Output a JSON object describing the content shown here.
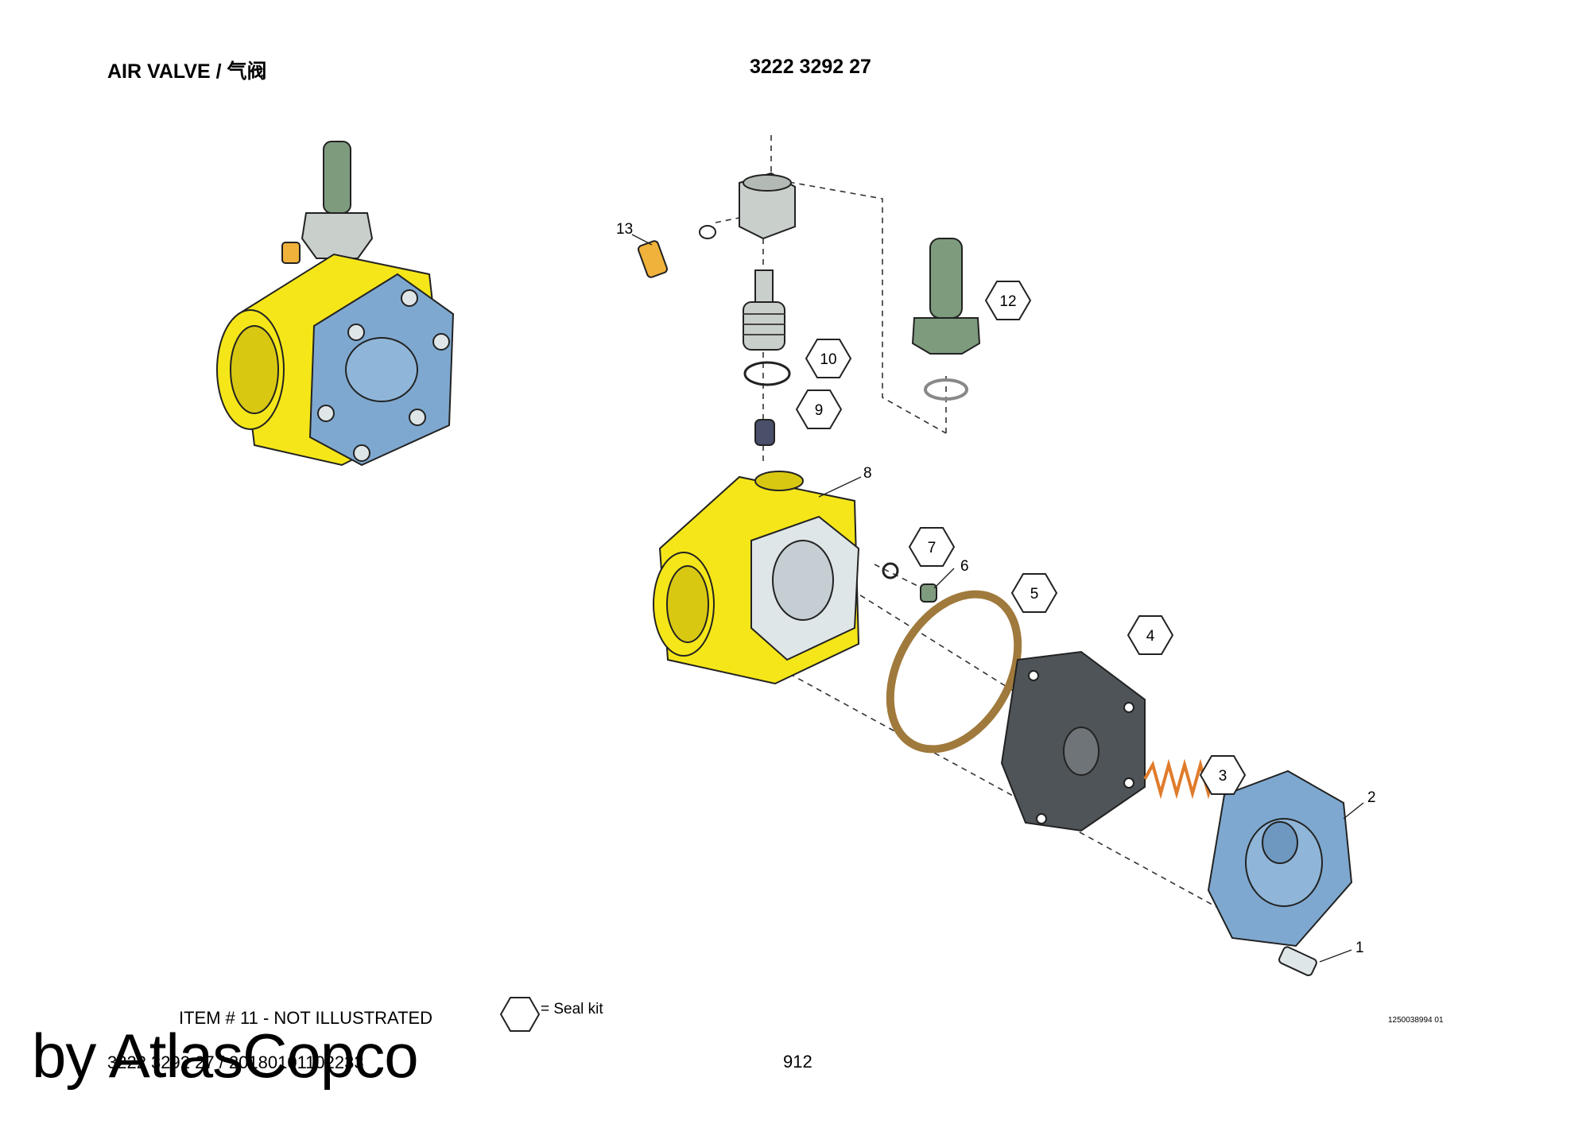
{
  "header": {
    "title": "AIR VALVE / 气阀",
    "part_number": "3222 3292 27"
  },
  "callouts": [
    {
      "n": "1",
      "kit": false
    },
    {
      "n": "2",
      "kit": false
    },
    {
      "n": "3",
      "kit": true
    },
    {
      "n": "4",
      "kit": true
    },
    {
      "n": "5",
      "kit": true
    },
    {
      "n": "6",
      "kit": false
    },
    {
      "n": "7",
      "kit": true
    },
    {
      "n": "8",
      "kit": false
    },
    {
      "n": "9",
      "kit": true
    },
    {
      "n": "10",
      "kit": true
    },
    {
      "n": "12",
      "kit": true
    },
    {
      "n": "13",
      "kit": false
    }
  ],
  "notes": {
    "not_illustrated": "ITEM # 11 - NOT ILLUSTRATED",
    "legend": "= Seal kit"
  },
  "drawing_number": "1250038994 01",
  "footer": {
    "doc_ref": "3222 3292 27 / 20180101102233",
    "page": "912"
  },
  "watermark": "by AtlasCopco",
  "colors": {
    "body": "#f5e619",
    "cover": "#7ea8cf",
    "fitting": "#7e9b7e",
    "spring": "#e07b2a",
    "diaphragm": "#4e5458",
    "gasket": "#a07a3c",
    "brass": "#f0b23a"
  }
}
